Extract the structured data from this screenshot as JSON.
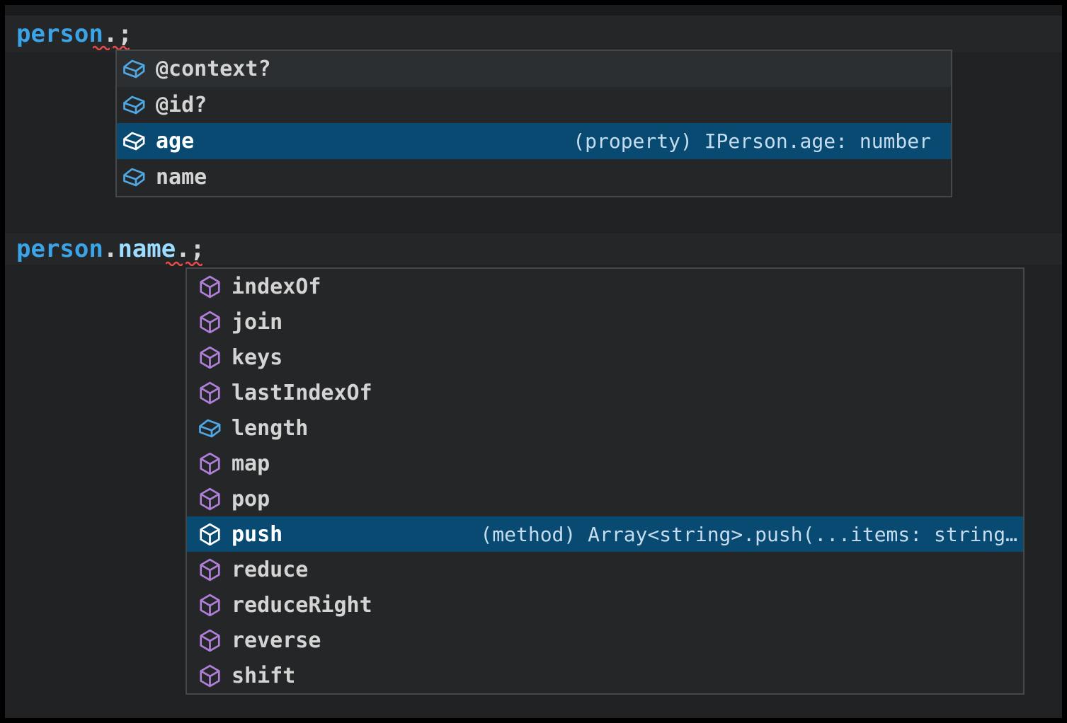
{
  "meta": {
    "app": "code-editor-intellisense",
    "colors": {
      "selected_row_bg": "#084a72",
      "hovered_row_bg": "#2c2f31",
      "suggest_bg": "#252628",
      "editor_bg": "#202122",
      "variable_token": "#3ba4e7",
      "property_token": "#9cdcfe",
      "field_icon": "#4fa8e4",
      "method_icon": "#b07fd8",
      "error_squiggle": "#e84b4b",
      "detail_text": "#c4dcee"
    }
  },
  "code1": {
    "tokens": [
      {
        "text": "person",
        "kind": "variable"
      },
      {
        "text": ".",
        "kind": "punctuation",
        "error": true
      },
      {
        "text": ";",
        "kind": "punctuation",
        "error": true
      }
    ]
  },
  "code2": {
    "tokens": [
      {
        "text": "person",
        "kind": "variable"
      },
      {
        "text": ".",
        "kind": "punctuation"
      },
      {
        "text": "name",
        "kind": "property"
      },
      {
        "text": ".",
        "kind": "punctuation",
        "error": true
      },
      {
        "text": ";",
        "kind": "punctuation",
        "error": true
      }
    ]
  },
  "suggest1": {
    "items": [
      {
        "label": "@context?",
        "kind": "field",
        "icon": "symbol-field-icon",
        "state": "hovered"
      },
      {
        "label": "@id?",
        "kind": "field",
        "icon": "symbol-field-icon",
        "state": "normal"
      },
      {
        "label": "age",
        "kind": "field",
        "icon": "symbol-field-icon",
        "state": "selected",
        "detail": "(property) IPerson.age: number"
      },
      {
        "label": "name",
        "kind": "field",
        "icon": "symbol-field-icon",
        "state": "normal"
      }
    ]
  },
  "suggest2": {
    "items": [
      {
        "label": "indexOf",
        "kind": "method",
        "icon": "symbol-method-icon",
        "state": "normal"
      },
      {
        "label": "join",
        "kind": "method",
        "icon": "symbol-method-icon",
        "state": "normal"
      },
      {
        "label": "keys",
        "kind": "method",
        "icon": "symbol-method-icon",
        "state": "normal"
      },
      {
        "label": "lastIndexOf",
        "kind": "method",
        "icon": "symbol-method-icon",
        "state": "normal"
      },
      {
        "label": "length",
        "kind": "field",
        "icon": "symbol-field-icon",
        "state": "normal"
      },
      {
        "label": "map",
        "kind": "method",
        "icon": "symbol-method-icon",
        "state": "normal"
      },
      {
        "label": "pop",
        "kind": "method",
        "icon": "symbol-method-icon",
        "state": "normal"
      },
      {
        "label": "push",
        "kind": "method",
        "icon": "symbol-method-icon",
        "state": "selected",
        "detail": "(method) Array<string>.push(...items: string…"
      },
      {
        "label": "reduce",
        "kind": "method",
        "icon": "symbol-method-icon",
        "state": "normal"
      },
      {
        "label": "reduceRight",
        "kind": "method",
        "icon": "symbol-method-icon",
        "state": "normal"
      },
      {
        "label": "reverse",
        "kind": "method",
        "icon": "symbol-method-icon",
        "state": "normal"
      },
      {
        "label": "shift",
        "kind": "method",
        "icon": "symbol-method-icon",
        "state": "normal"
      }
    ]
  }
}
